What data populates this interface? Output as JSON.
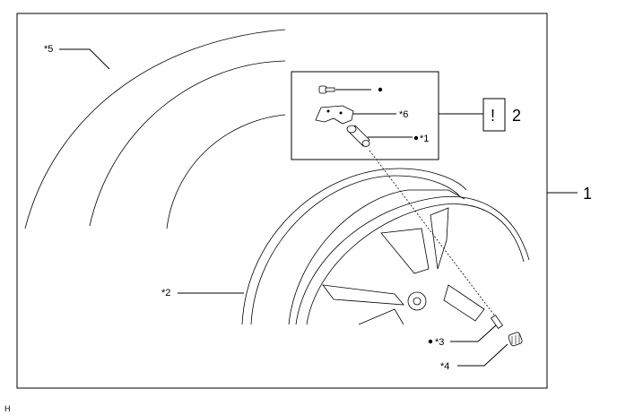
{
  "callouts": {
    "c1": "*1",
    "c2": "*2",
    "c3": "*3",
    "c4": "*4",
    "c5": "*5",
    "c6": "*6"
  },
  "steps": {
    "main": "1",
    "sub": "2"
  },
  "caution_symbol": "!",
  "footer_code": "H"
}
